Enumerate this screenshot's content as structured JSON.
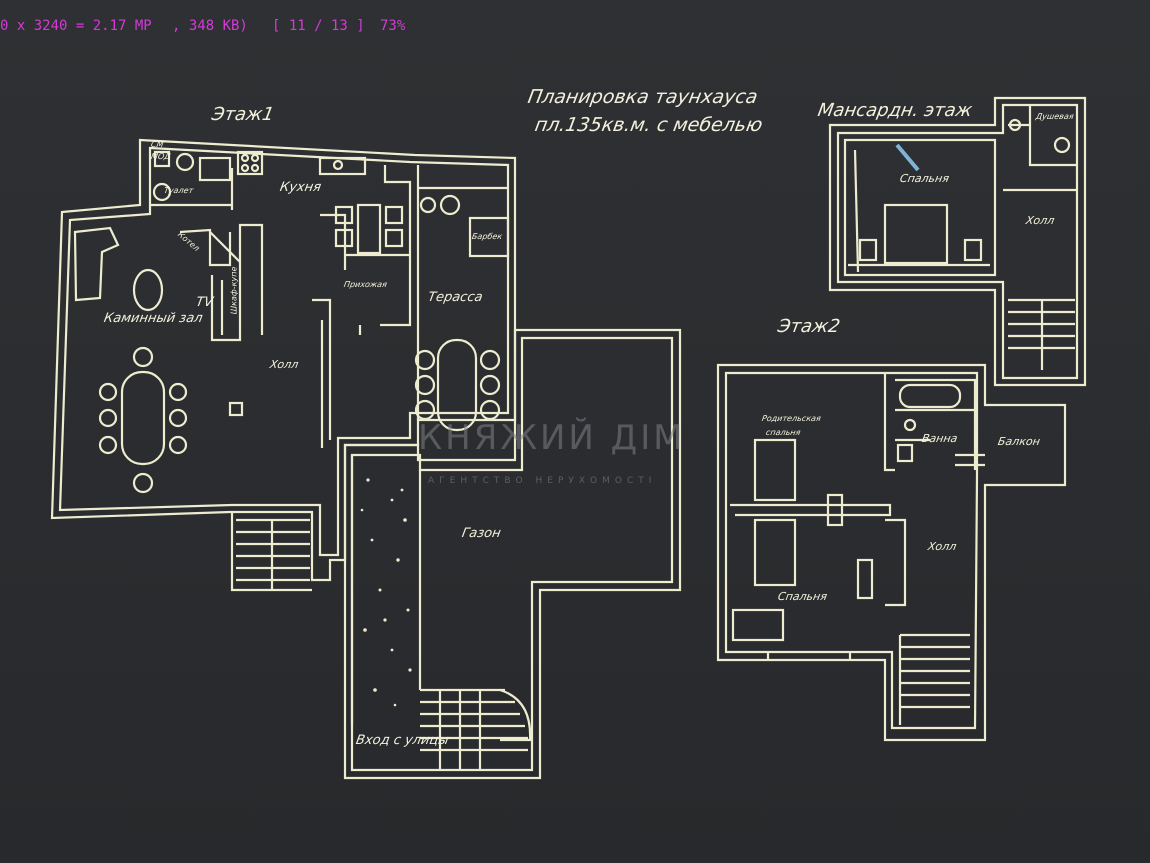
{
  "viewer": {
    "dimensions_text": "0 x 3240 = 2.17 MP",
    "size_text": ", 348 KB)",
    "index_text": "[ 11 / 13 ]",
    "zoom_text": "73%"
  },
  "plan": {
    "title_line1": "Планировка таунхауса",
    "title_line2": "пл.135кв.м. с мебелью",
    "floor1": "Этаж1",
    "floor2": "Этаж2",
    "attic": "Мансардн. этаж",
    "rooms": {
      "kitchen": "Кухня",
      "toilet1": "Туалет",
      "stove": "Котел",
      "fireplace_hall": "Каминный зал",
      "tv": "TV",
      "wardrobe": "Шкаф-купе",
      "hall1": "Холл",
      "hallway": "Прихожая",
      "terrace": "Терасса",
      "bar": "Барбек",
      "lawn": "Газон",
      "entrance": "Вход с улицы",
      "parents_bedroom_1": "Родительская",
      "parents_bedroom_2": "спальня",
      "bath": "Ванна",
      "balcony": "Балкон",
      "hall2": "Холл",
      "bedroom2": "Спальня",
      "attic_bedroom": "Спальня",
      "attic_hall": "Холл",
      "shower": "Душевая",
      "cm": "СМ",
      "mgz": "МОД"
    }
  },
  "watermark": {
    "brand": "КНЯЖИЙ ДІМ",
    "tagline": "АГЕНТСТВО НЕРУХОМОСТІ"
  }
}
